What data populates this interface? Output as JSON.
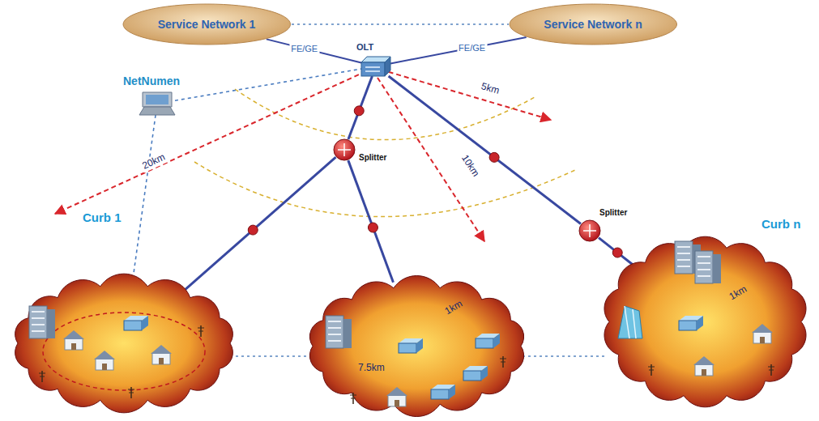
{
  "diagram": {
    "nodes": [
      {
        "text": [
          "Service Network 1"
        ]
      },
      {
        "text": [
          "Service Network n"
        ]
      },
      {
        "text": [
          "NetNumen"
        ]
      },
      {
        "text": [
          "OLT"
        ]
      },
      {
        "text": [
          "Splitter"
        ]
      },
      {
        "text": [
          "Splitter"
        ]
      },
      {
        "text": [
          "Curb 1"
        ]
      },
      {
        "text": [
          "1km",
          "7.5km"
        ]
      },
      {
        "text": [
          "Curb n",
          "1km"
        ]
      }
    ],
    "edges": [
      {
        "from": 0,
        "to": 3,
        "arrow": "none",
        "label": "FE/GE"
      },
      {
        "from": 1,
        "to": 3,
        "arrow": "none",
        "label": "FE/GE"
      },
      {
        "from": 2,
        "to": 3,
        "arrow": "none"
      },
      {
        "from": 2,
        "to": 6,
        "arrow": "none"
      },
      {
        "from": 3,
        "to": 4,
        "arrow": "none"
      },
      {
        "from": 3,
        "to": 5,
        "arrow": "none"
      },
      {
        "from": 4,
        "to": 6,
        "arrow": "none"
      },
      {
        "from": 4,
        "to": 7,
        "arrow": "none"
      },
      {
        "from": 5,
        "to": 8,
        "arrow": "none"
      }
    ],
    "labels": [
      "5km",
      "10km",
      "20km"
    ]
  }
}
